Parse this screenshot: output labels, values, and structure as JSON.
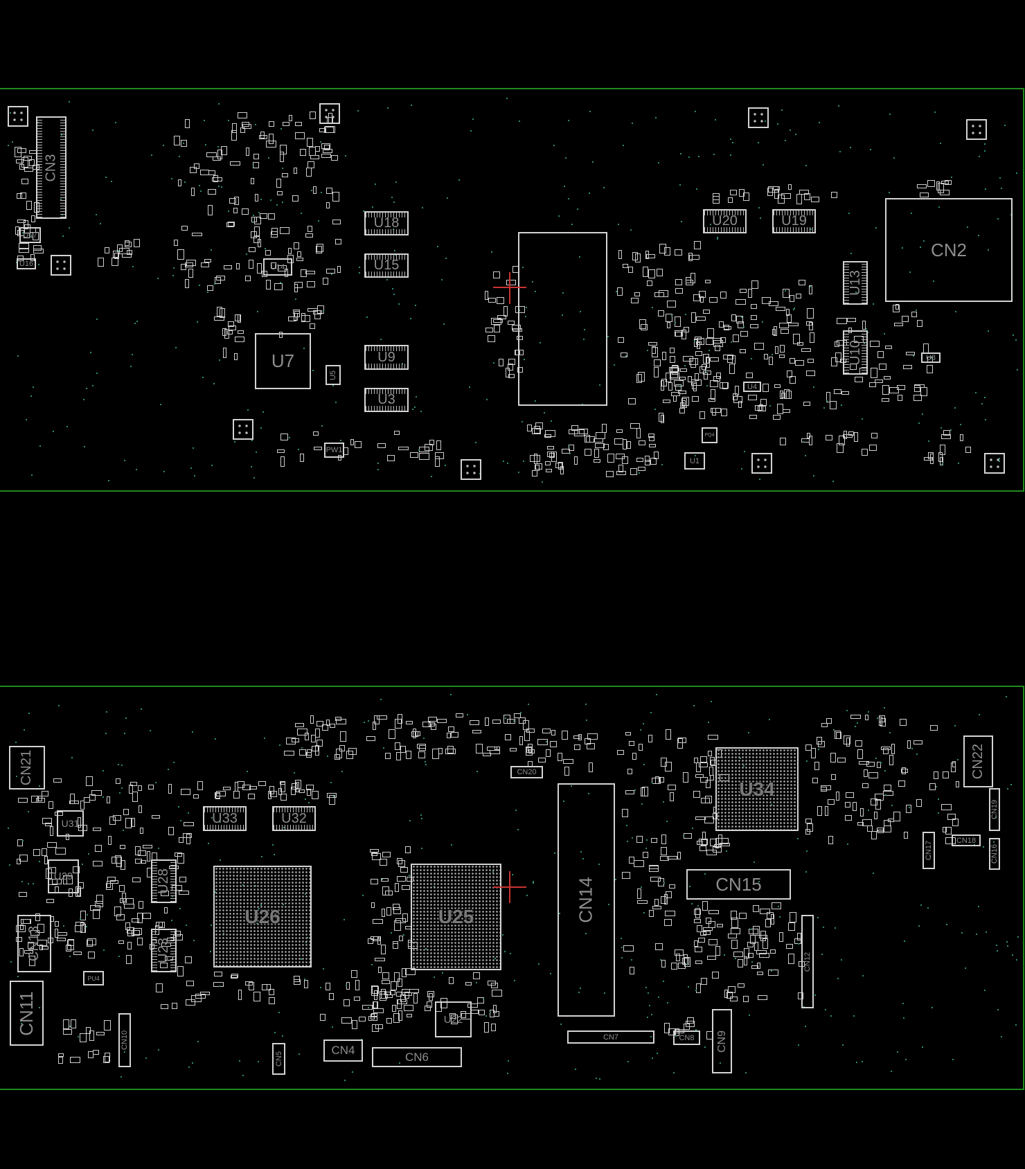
{
  "top_board": {
    "components": {
      "cn3": "CN3",
      "cn2": "CN2",
      "u7": "U7",
      "u18": "U18",
      "u15": "U15",
      "u9": "U9",
      "u3": "U3",
      "u20": "U20",
      "u19": "U19",
      "u13": "U13",
      "u10": "U10",
      "u14": "U14",
      "u5": "U5",
      "u17": "U17",
      "u16": "U16",
      "pw1": "PW1",
      "u1": "U1",
      "u4": "U4",
      "u8": "U8",
      "pq4": "PQ4"
    }
  },
  "bottom_board": {
    "components": {
      "cn21": "CN21",
      "u31": "U31",
      "u29": "U29",
      "cn13": "CN13",
      "cn11": "CN11",
      "cn10": "CN10",
      "u33": "U33",
      "u32": "U32",
      "u28": "U28",
      "u23": "U23",
      "u26": "U26",
      "u25": "U25",
      "u22": "U22",
      "cn4": "CN4",
      "cn6": "CN6",
      "cn5": "CN5",
      "cn14": "CN14",
      "cn20": "CN20",
      "u34": "U34",
      "cn15": "CN15",
      "cn12": "CN12",
      "cn7": "CN7",
      "cn8": "CN8",
      "cn9": "CN9",
      "cn22": "CN22",
      "cn19": "CN19",
      "cn18": "CN18",
      "cn17": "CN17",
      "cn16": "CN16",
      "pu4": "PU4"
    }
  },
  "colors": {
    "board_outline": "#1f8a1f",
    "silkscreen": "#d4d4d4",
    "label": "#8e8e8e",
    "marker": "#cc3333"
  }
}
